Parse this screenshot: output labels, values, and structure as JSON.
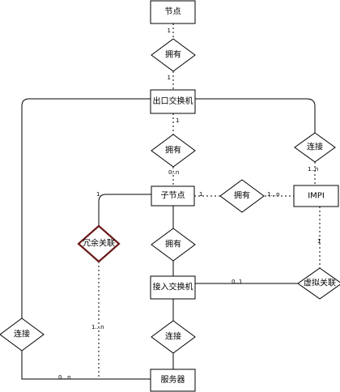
{
  "entities": {
    "node": "节点",
    "egress_switch": "出口交换机",
    "child_node": "子节点",
    "ipmi": "IMPI",
    "access_switch": "接入交换机",
    "server": "服务器"
  },
  "relationships": {
    "has_1": "拥有",
    "has_2": "拥有",
    "connect_1": "连接",
    "has_3": "拥有",
    "redundant_link": "冗余关联",
    "has_4": "拥有",
    "virtual_link": "虚拟关联",
    "connect_2": "连接",
    "connect_3": "连接"
  },
  "cardinalities": {
    "node_has1": "1",
    "has1_egress": "1",
    "egress_has2": "1",
    "has2_child": "0..n",
    "connect1_ipmi": "1..n",
    "child_has3": "1",
    "has3_ipmi": "1...n",
    "child_redundant": "1",
    "redundant_server": "1...n",
    "ipmi_virtual": "1",
    "virtual_access": "0..1",
    "connect3_server": "0...n"
  }
}
